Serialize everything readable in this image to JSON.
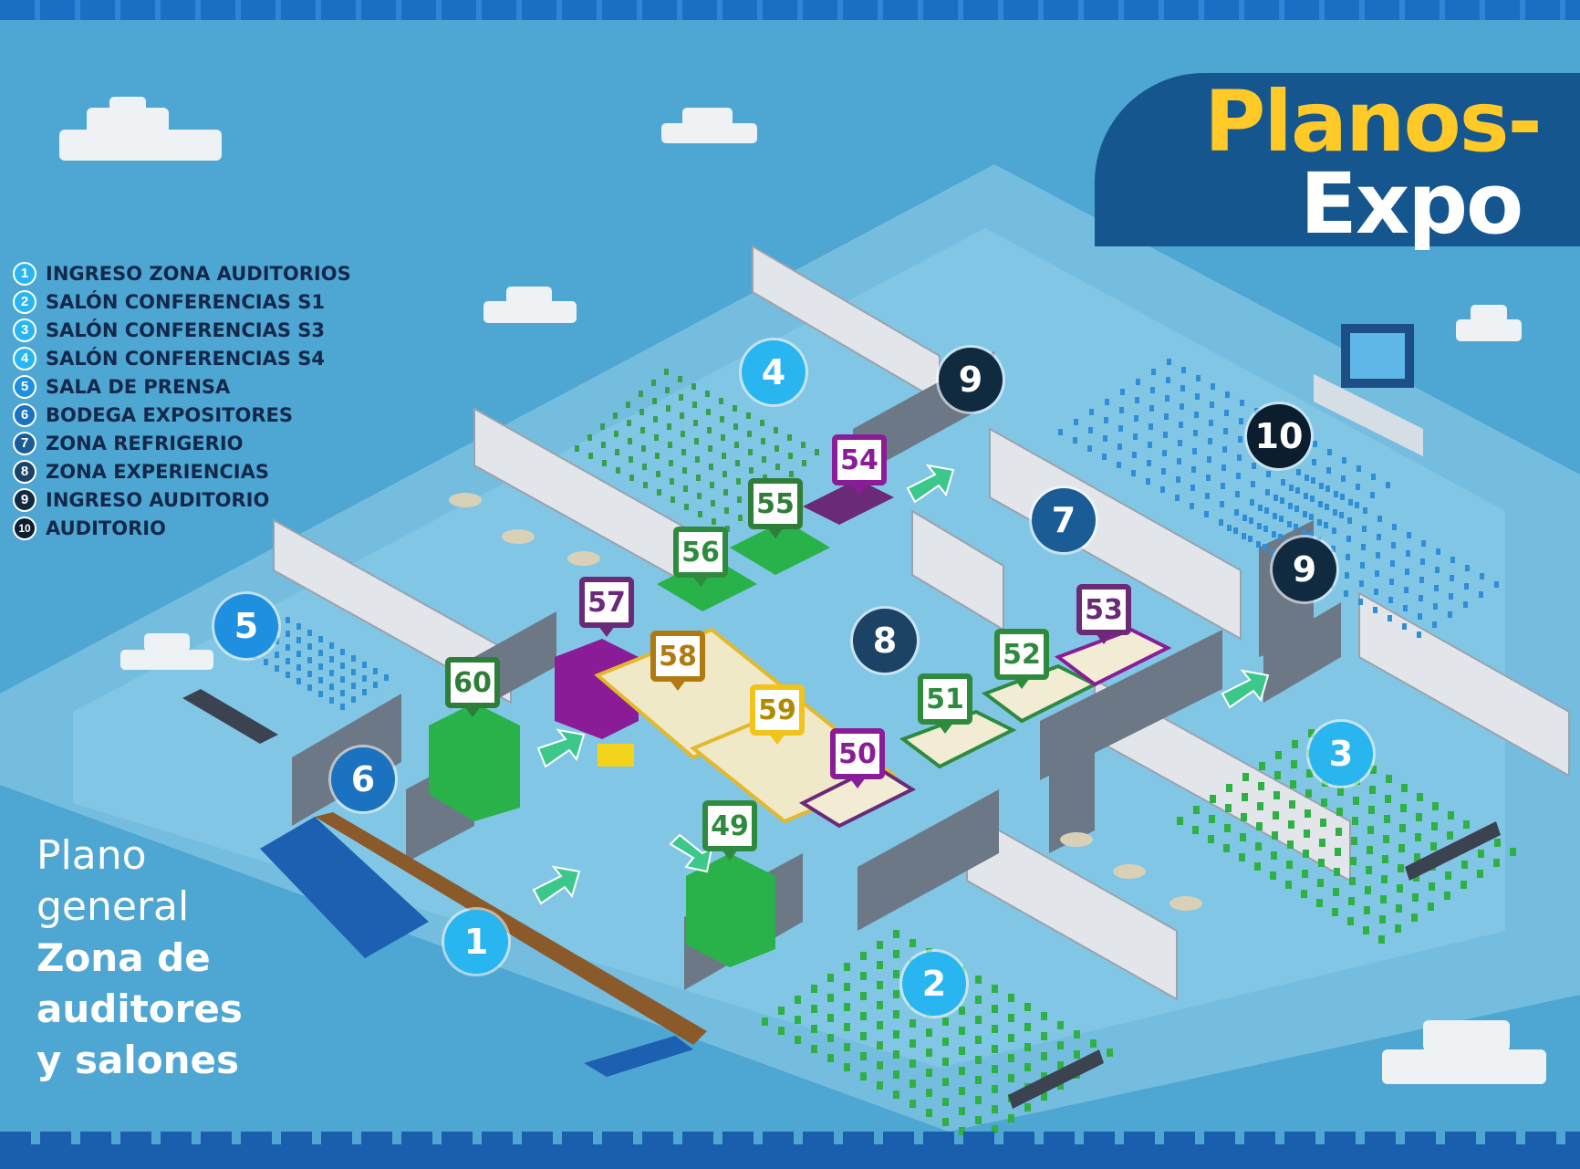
{
  "title": {
    "line1": "Planos-",
    "line2": "Expo"
  },
  "legend": [
    {
      "num": "1",
      "label": "INGRESO ZONA AUDITORIOS",
      "color": "#29b6f0"
    },
    {
      "num": "2",
      "label": "SALÓN CONFERENCIAS S1",
      "color": "#29b6f0"
    },
    {
      "num": "3",
      "label": "SALÓN CONFERENCIAS S3",
      "color": "#29b6f0"
    },
    {
      "num": "4",
      "label": "SALÓN CONFERENCIAS S4",
      "color": "#29b6f0"
    },
    {
      "num": "5",
      "label": "SALA DE PRENSA",
      "color": "#1f8fe0"
    },
    {
      "num": "6",
      "label": "BODEGA EXPOSITORES",
      "color": "#1a72c0"
    },
    {
      "num": "7",
      "label": "ZONA REFRIGERIO",
      "color": "#1a5d96"
    },
    {
      "num": "8",
      "label": "ZONA EXPERIENCIAS",
      "color": "#1c4366"
    },
    {
      "num": "9",
      "label": "INGRESO AUDITORIO",
      "color": "#102a40"
    },
    {
      "num": "10",
      "label": "AUDITORIO",
      "color": "#0c1d2e"
    }
  ],
  "caption": {
    "line1": "Plano",
    "line2": "general",
    "line3": "Zona de",
    "line4": "auditores",
    "line5": "y salones"
  },
  "zone_markers": [
    {
      "num": "1",
      "color": "#29b6f0"
    },
    {
      "num": "2",
      "color": "#29b6f0"
    },
    {
      "num": "3",
      "color": "#29b6f0"
    },
    {
      "num": "4",
      "color": "#29b6f0"
    },
    {
      "num": "5",
      "color": "#1f8fe0"
    },
    {
      "num": "6",
      "color": "#1a72c0"
    },
    {
      "num": "7",
      "color": "#1a5d96"
    },
    {
      "num": "8",
      "color": "#1c4366"
    },
    {
      "num": "9",
      "color": "#102a40"
    },
    {
      "num": "9",
      "color": "#102a40"
    },
    {
      "num": "10",
      "color": "#0c1d2e"
    }
  ],
  "stands": [
    {
      "num": "49",
      "color": "#2e8b3e"
    },
    {
      "num": "50",
      "color": "#8a1d97"
    },
    {
      "num": "51",
      "color": "#2e8b3e"
    },
    {
      "num": "52",
      "color": "#2e8b3e"
    },
    {
      "num": "53",
      "color": "#6a2a78"
    },
    {
      "num": "54",
      "color": "#8a1d97"
    },
    {
      "num": "55",
      "color": "#2e7d38"
    },
    {
      "num": "56",
      "color": "#2e8b3e"
    },
    {
      "num": "57",
      "color": "#6a2a78"
    },
    {
      "num": "58",
      "color": "#b07a10"
    },
    {
      "num": "59",
      "color": "#f2c318"
    },
    {
      "num": "60",
      "color": "#2e7d38"
    }
  ],
  "colors": {
    "background": "#4ea6d3",
    "floor": "#7cc1e0",
    "wall": "#e2e6ea",
    "title_banner": "#15568f",
    "title_accent": "#ffc928",
    "chairs_green": "#38c14a",
    "chairs_blue": "#2e8ed6"
  }
}
